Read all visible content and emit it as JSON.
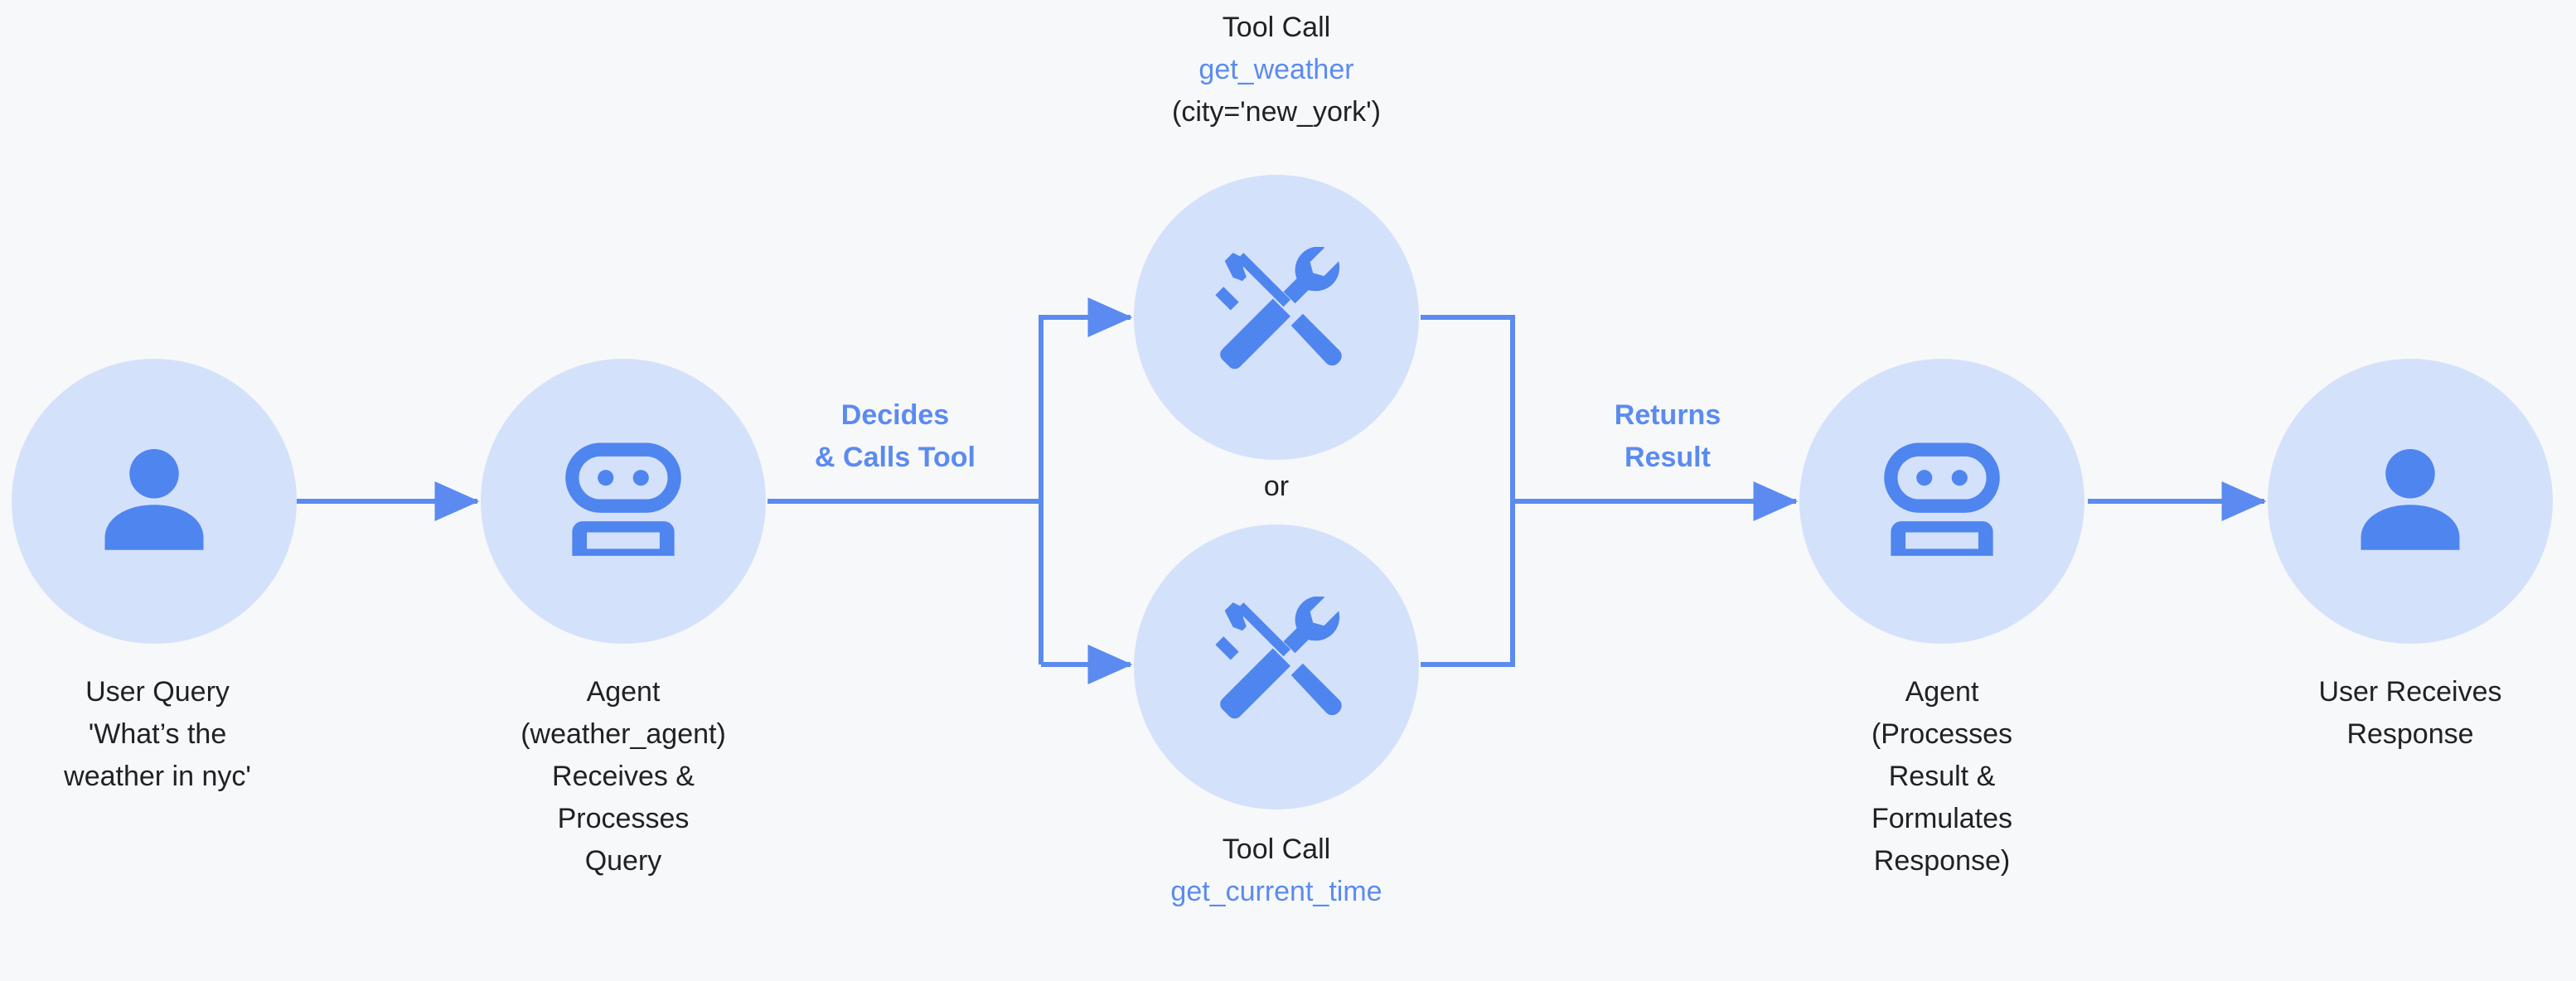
{
  "meta": {
    "background_color": "#f7f8fa",
    "accent_blue": "#5b8bf0",
    "circle_fill": "#d4e1fb",
    "text_color": "#202124"
  },
  "nodes": {
    "user_query": {
      "icon": "person-icon",
      "caption": "User Query\n'What’s the\nweather in nyc'"
    },
    "agent_in": {
      "icon": "robot-icon",
      "caption": "Agent\n(weather_agent)\nReceives &\nProcesses\nQuery"
    },
    "tool_top": {
      "icon": "handyman-tools-icon",
      "label_line1": "Tool Call",
      "label_fn": "get_weather",
      "label_line3": "(city='new_york')"
    },
    "tool_bottom": {
      "icon": "handyman-tools-icon",
      "label_line1": "Tool Call",
      "label_fn": "get_current_time",
      "label_line3": ""
    },
    "agent_out": {
      "icon": "robot-icon",
      "caption": "Agent\n(Processes\nResult &\nFormulates\nResponse)"
    },
    "user_out": {
      "icon": "person-icon",
      "caption": "User Receives\nResponse"
    }
  },
  "edges": {
    "decides_label": "Decides\n& Calls Tool",
    "returns_label": "Returns\nResult",
    "or_label": "or"
  }
}
